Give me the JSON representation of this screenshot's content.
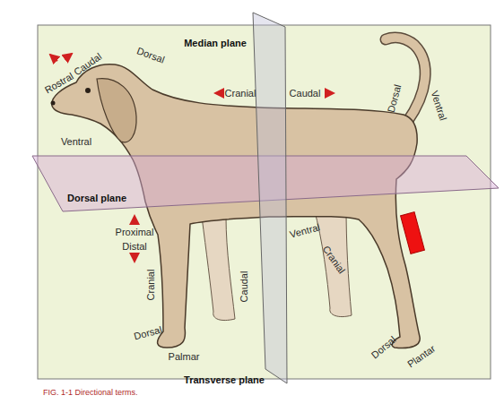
{
  "diagram": {
    "caption": "FIG. 1-1 Directional terms.",
    "labels": [
      "Median plane",
      "Dorsal",
      "Caudal",
      "Rostral",
      "Cranial",
      "Caudal",
      "Dorsal",
      "Ventral",
      "Ventral",
      "Dorsal plane",
      "Proximal",
      "Distal",
      "Ventral",
      "Cranial",
      "Cranial",
      "Caudal",
      "Dorsal",
      "Palmar",
      "Dorsal",
      "Plantar",
      "Transverse plane"
    ]
  }
}
